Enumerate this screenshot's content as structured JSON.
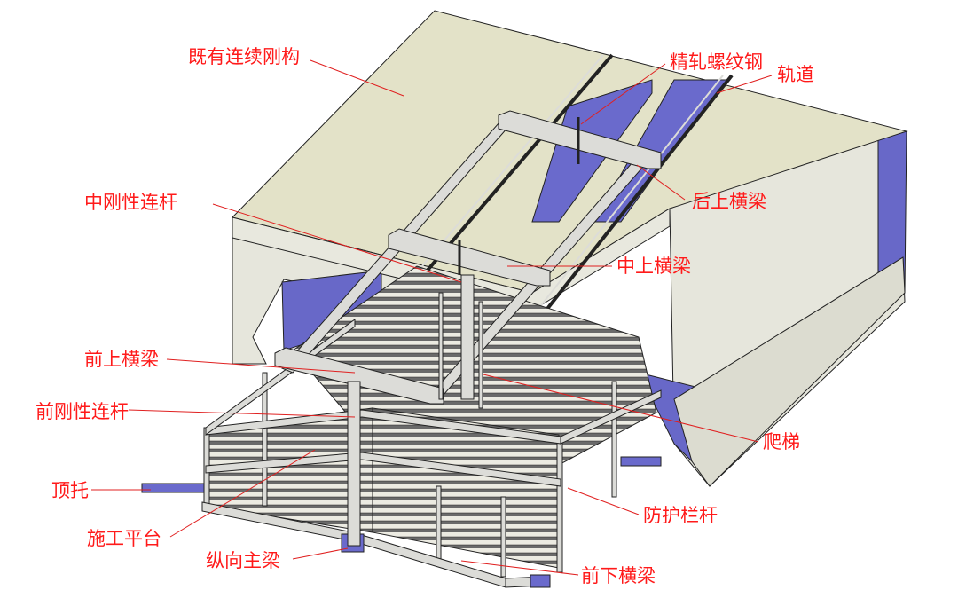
{
  "colors": {
    "deck_top": "#e3e2c8",
    "deck_side": "#e6e6dc",
    "deck_shadow": "#6868c8",
    "steel": "#dcdcd8",
    "steel_blue": "#6a6acc",
    "line": "#222222",
    "leader": "#e02020",
    "label": "#ff1a1a"
  },
  "labels": {
    "existing_rigid_frame": "既有连续刚构",
    "finish_rolled_rebar": "精轧螺纹钢",
    "track": "轨道",
    "rear_upper_beam": "后上横梁",
    "middle_rigid_rod": "中刚性连杆",
    "middle_upper_beam": "中上横梁",
    "front_upper_beam": "前上横梁",
    "front_rigid_rod": "前刚性连杆",
    "ladder": "爬梯",
    "jack_support": "顶托",
    "construction_platform": "施工平台",
    "guard_rail": "防护栏杆",
    "longitudinal_main_beam": "纵向主梁",
    "front_lower_beam": "前下横梁"
  }
}
